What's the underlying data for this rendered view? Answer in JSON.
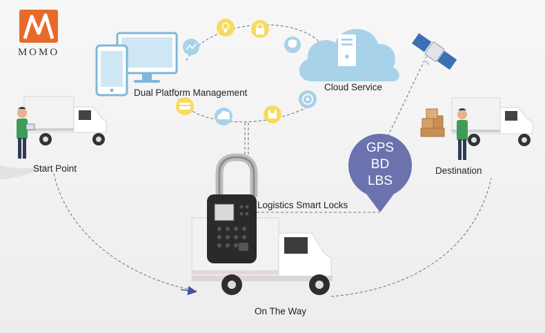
{
  "brand": {
    "name": "MOMO",
    "accent": "#e86a2a"
  },
  "labels": {
    "dual_platform": "Dual Platform Management",
    "cloud_service": "Cloud Service",
    "start_point": "Start Point",
    "destination": "Destination",
    "logistics_locks": "Logistics Smart Locks",
    "on_the_way": "On The Way"
  },
  "positioning": {
    "lines": [
      "GPS",
      "BD",
      "LBS"
    ],
    "bubble_color": "#6b72ae"
  },
  "colors": {
    "dash": "#6f7690",
    "icon_blue": "#a8d2ea",
    "icon_yellow": "#f6dc5e",
    "truck_white": "#f2f2f2",
    "lock_black": "#2a2a2a"
  },
  "icons": {
    "orbit": [
      "chart-icon",
      "bulb-icon",
      "lock-icon",
      "shield-icon",
      "target-icon",
      "disk-icon",
      "cloud-upload-icon",
      "card-icon"
    ],
    "devices": [
      "monitor-icon",
      "tablet-icon"
    ],
    "cloud": [
      "server-icon"
    ],
    "satellite": "satellite-icon"
  }
}
